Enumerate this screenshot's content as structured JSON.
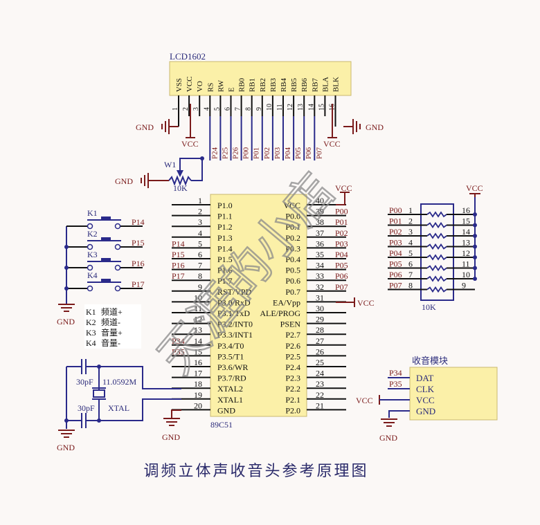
{
  "title": "调频立体声收音头参考原理图",
  "watermark": "天涯的小店",
  "lcd": {
    "ref": "LCD1602",
    "pins": [
      "VSS",
      "VCC",
      "VO",
      "RS",
      "RW",
      "E",
      "RB0",
      "RB1",
      "RB2",
      "RB3",
      "RB4",
      "RB5",
      "RB6",
      "RB7",
      "BLA",
      "BLK"
    ],
    "numbers": [
      "1",
      "2",
      "3",
      "4",
      "5",
      "6",
      "7",
      "8",
      "9",
      "10",
      "11",
      "12",
      "13",
      "14",
      "15",
      "16"
    ],
    "nets": [
      "",
      "",
      "",
      "P24",
      "P25",
      "P26",
      "P00",
      "P01",
      "P02",
      "P03",
      "P04",
      "P05",
      "P06",
      "P07",
      "",
      ""
    ],
    "gnd_left": "GND",
    "gnd_right": "GND",
    "vcc_left": "VCC",
    "vcc_right": "VCC"
  },
  "pot": {
    "ref": "W1",
    "value": "10K",
    "gnd": "GND"
  },
  "mcu": {
    "ref": "89C51",
    "left_pins": [
      {
        "num": "1",
        "name": "P1.0",
        "net": ""
      },
      {
        "num": "2",
        "name": "P1.1",
        "net": ""
      },
      {
        "num": "3",
        "name": "P1.2",
        "net": ""
      },
      {
        "num": "4",
        "name": "P1.3",
        "net": ""
      },
      {
        "num": "5",
        "name": "P1.4",
        "net": "P14"
      },
      {
        "num": "6",
        "name": "P1.5",
        "net": "P15"
      },
      {
        "num": "7",
        "name": "P1.6",
        "net": "P16"
      },
      {
        "num": "8",
        "name": "P1.7",
        "net": "P17"
      },
      {
        "num": "9",
        "name": "RST/VPD",
        "net": ""
      },
      {
        "num": "10",
        "name": "P3.0/RxD",
        "net": ""
      },
      {
        "num": "11",
        "name": "P3.1/TxD",
        "net": ""
      },
      {
        "num": "12",
        "name": "P3.2/INT0",
        "net": ""
      },
      {
        "num": "13",
        "name": "P3.3/INT1",
        "net": ""
      },
      {
        "num": "14",
        "name": "P3.4/T0",
        "net": "P34"
      },
      {
        "num": "15",
        "name": "P3.5/T1",
        "net": "P35"
      },
      {
        "num": "16",
        "name": "P3.6/WR",
        "net": ""
      },
      {
        "num": "17",
        "name": "P3.7/RD",
        "net": ""
      },
      {
        "num": "18",
        "name": "XTAL2",
        "net": ""
      },
      {
        "num": "19",
        "name": "XTAL1",
        "net": ""
      },
      {
        "num": "20",
        "name": "GND",
        "net": ""
      }
    ],
    "right_pins": [
      {
        "num": "40",
        "name": "VCC",
        "net": "VCC"
      },
      {
        "num": "39",
        "name": "P0.0",
        "net": "P00"
      },
      {
        "num": "38",
        "name": "P0.1",
        "net": "P01"
      },
      {
        "num": "37",
        "name": "P0.2",
        "net": "P02"
      },
      {
        "num": "36",
        "name": "P0.3",
        "net": "P03"
      },
      {
        "num": "35",
        "name": "P0.4",
        "net": "P04"
      },
      {
        "num": "34",
        "name": "P0.5",
        "net": "P05"
      },
      {
        "num": "33",
        "name": "P0.6",
        "net": "P06"
      },
      {
        "num": "32",
        "name": "P0.7",
        "net": "P07"
      },
      {
        "num": "31",
        "name": "EA/Vpp",
        "net": "VCC"
      },
      {
        "num": "30",
        "name": "ALE/PROG",
        "net": ""
      },
      {
        "num": "29",
        "name": "PSEN",
        "net": ""
      },
      {
        "num": "28",
        "name": "P2.7",
        "net": ""
      },
      {
        "num": "27",
        "name": "P2.6",
        "net": ""
      },
      {
        "num": "26",
        "name": "P2.5",
        "net": ""
      },
      {
        "num": "25",
        "name": "P2.4",
        "net": ""
      },
      {
        "num": "24",
        "name": "P2.3",
        "net": ""
      },
      {
        "num": "23",
        "name": "P2.2",
        "net": ""
      },
      {
        "num": "22",
        "name": "P2.1",
        "net": ""
      },
      {
        "num": "21",
        "name": "P2.0",
        "net": ""
      }
    ],
    "gnd": "GND"
  },
  "keys": {
    "buttons": [
      {
        "ref": "K1",
        "net": "P14"
      },
      {
        "ref": "K2",
        "net": "P15"
      },
      {
        "ref": "K3",
        "net": "P16"
      },
      {
        "ref": "K4",
        "net": "P17"
      }
    ],
    "gnd": "GND",
    "legend": [
      {
        "key": "K1",
        "func": "频道+"
      },
      {
        "key": "K2",
        "func": "频道-"
      },
      {
        "key": "K3",
        "func": "音量+"
      },
      {
        "key": "K4",
        "func": "音量-"
      }
    ]
  },
  "crystal": {
    "cap_top": "30pF",
    "cap_bottom": "30pF",
    "freq": "11.0592M",
    "ref": "XTAL",
    "gnd": "GND"
  },
  "rnet": {
    "value": "10K",
    "vcc": "VCC",
    "rows": [
      {
        "net": "P00",
        "l": "1",
        "r": "16"
      },
      {
        "net": "P01",
        "l": "2",
        "r": "15"
      },
      {
        "net": "P02",
        "l": "3",
        "r": "14"
      },
      {
        "net": "P03",
        "l": "4",
        "r": "13"
      },
      {
        "net": "P04",
        "l": "5",
        "r": "12"
      },
      {
        "net": "P05",
        "l": "6",
        "r": "11"
      },
      {
        "net": "P06",
        "l": "7",
        "r": "10"
      },
      {
        "net": "P07",
        "l": "8",
        "r": "9"
      }
    ]
  },
  "radio": {
    "title": "收音模块",
    "pins": [
      {
        "name": "DAT",
        "net": "P34"
      },
      {
        "name": "CLK",
        "net": "P35"
      },
      {
        "name": "VCC",
        "net": "VCC"
      },
      {
        "name": "GND",
        "net": "GND"
      }
    ]
  }
}
